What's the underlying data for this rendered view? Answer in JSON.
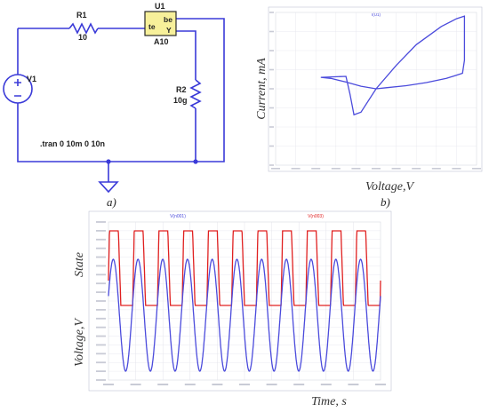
{
  "panel_a": {
    "caption": "a)",
    "components": {
      "r1_name": "R1",
      "r1_value": "10",
      "u1_name": "U1",
      "u1_pin_left": "te",
      "u1_pin_right_top": "be",
      "u1_pin_right_bottom": "Y",
      "u1_value": "A10",
      "v1_name": "V1",
      "r2_name": "R2",
      "r2_value": "10g"
    },
    "directive": ".tran 0 10m 0 10n"
  },
  "panel_b": {
    "caption": "b)"
  },
  "panel_c": {
    "caption": ""
  },
  "colors": {
    "blue_trace": "#4b4bdc",
    "red_trace": "#e02020",
    "wire": "#3a3ad8",
    "grid": "#e4e4ec"
  },
  "chart_data": [
    {
      "type": "line",
      "title": "",
      "legend": [
        "I(U1)"
      ],
      "xlabel": "Voltage,V",
      "ylabel": "Current, mA",
      "xlim": [
        -10,
        10
      ],
      "ylim": [
        -1,
        1
      ],
      "grid": true,
      "series": [
        {
          "name": "I(U1)",
          "x": [
            -5.5,
            -3.0,
            -2.6,
            -2.2,
            -1.5,
            0.0,
            2.0,
            4.0,
            6.5,
            8.0,
            8.8,
            8.8,
            8.6,
            7.0,
            5.0,
            3.0,
            1.0,
            0.0,
            -1.5,
            -3.0,
            -4.5,
            -5.5
          ],
          "y": [
            0.22,
            0.24,
            -0.1,
            -0.5,
            -0.45,
            0.0,
            0.45,
            0.85,
            1.2,
            1.35,
            1.4,
            0.55,
            0.3,
            0.2,
            0.12,
            0.06,
            0.02,
            0.0,
            0.05,
            0.13,
            0.2,
            0.22
          ]
        }
      ]
    },
    {
      "type": "line",
      "title": "",
      "legend": [
        "V(n001)",
        "V(n003)"
      ],
      "xlabel": "Time, s",
      "ylabel": "Voltage,V",
      "ylabel2": "State",
      "xlim": [
        0,
        2.0
      ],
      "ylim": [
        -1,
        1
      ],
      "grid": true,
      "cycles": 11,
      "series": [
        {
          "name": "V(n001)",
          "shape": "sine",
          "amplitude": 1.0
        },
        {
          "name": "V(n003)",
          "shape": "square",
          "high": 1.0,
          "low": -0.05
        }
      ]
    }
  ]
}
